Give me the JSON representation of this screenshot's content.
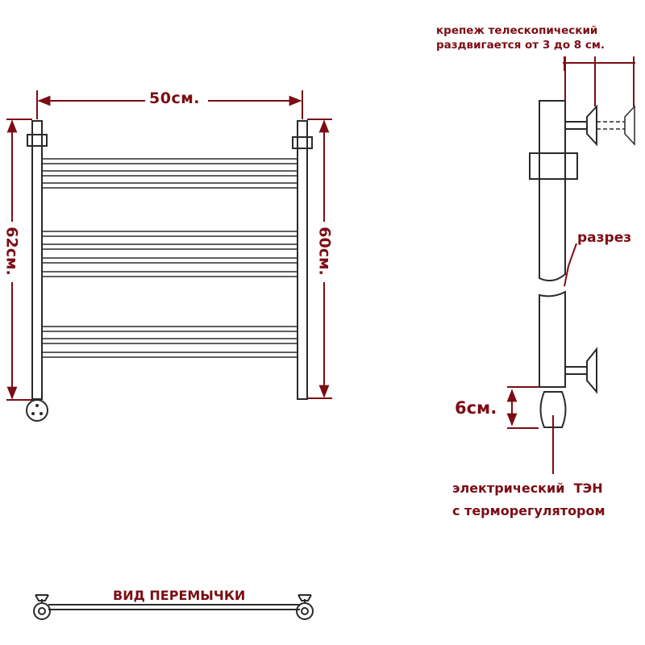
{
  "colors": {
    "line": "#2a2a2a",
    "dimension": "#7b0d14",
    "label": "#7b0d14",
    "background": "#ffffff"
  },
  "front_view": {
    "width_label": "50см.",
    "height_left_label": "62см.",
    "height_right_label": "60см."
  },
  "side_view": {
    "mount_label_line1": "крепеж телескопический",
    "mount_label_line2": "раздвигается от 3 до 8 см.",
    "cut_label": "разрез",
    "heater_height_label": "6см.",
    "heater_label_line1": "электрический  ТЭН",
    "heater_label_line2": "с терморегулятором"
  },
  "jumper_view": {
    "title": "ВИД ПЕРЕМЫЧКИ"
  }
}
